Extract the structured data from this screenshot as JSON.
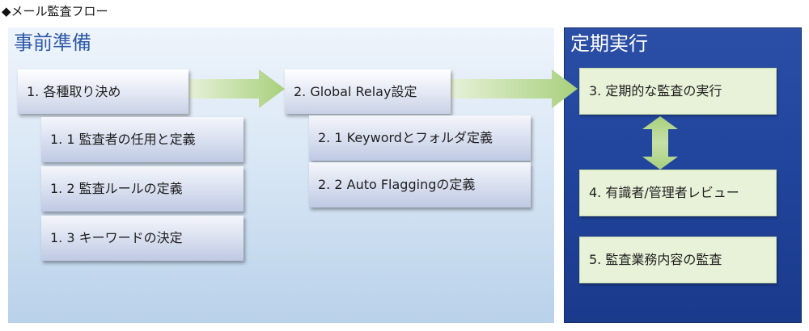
{
  "title": "◆メール監査フロー",
  "phases": {
    "prep": {
      "title": "事前準備",
      "steps": [
        {
          "label": "1. 各種取り決め"
        },
        {
          "label": "2. Global Relay設定"
        }
      ],
      "substeps": [
        {
          "label": "1. 1 監査者の任用と定義"
        },
        {
          "label": "1. 2 監査ルールの定義"
        },
        {
          "label": "1. 3 キーワードの決定"
        },
        {
          "label": "2. 1 Keywordとフォルダ定義"
        },
        {
          "label": "2. 2 Auto Flaggingの定義"
        }
      ]
    },
    "run": {
      "title": "定期実行",
      "steps": [
        {
          "label": "3. 定期的な監査の実行"
        },
        {
          "label": "4. 有識者/管理者レビュー"
        },
        {
          "label": "5. 監査業務内容の監査"
        }
      ]
    }
  },
  "colors": {
    "prep_title": "#2f5aa8",
    "arrow_green": "#b5d890",
    "run_bg": "#22469e"
  }
}
